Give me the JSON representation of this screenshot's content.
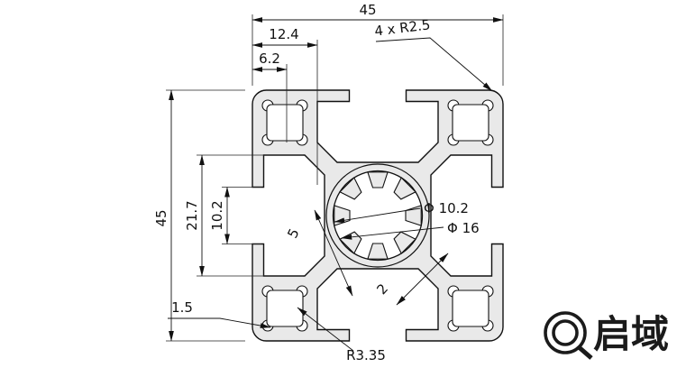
{
  "dims": {
    "overall_width": "45",
    "overall_height": "45",
    "slot_to_edge": "12.4",
    "hole_to_edge": "6.2",
    "corner_radius": "4 x R2.5",
    "cavity_width": "21.7",
    "slot_opening": "10.2",
    "center_bore": "Φ 10.2",
    "spline_outer": "Φ 16",
    "web_thickness": "5",
    "wall_thickness": "2",
    "lip_thickness": "1.5",
    "fillet_radius": "R3.35"
  },
  "logo": {
    "text": "启域",
    "icon": "q-mark"
  },
  "colors": {
    "background": "#ffffff",
    "profile_fill": "#e9e9e9",
    "line": "#111111"
  }
}
